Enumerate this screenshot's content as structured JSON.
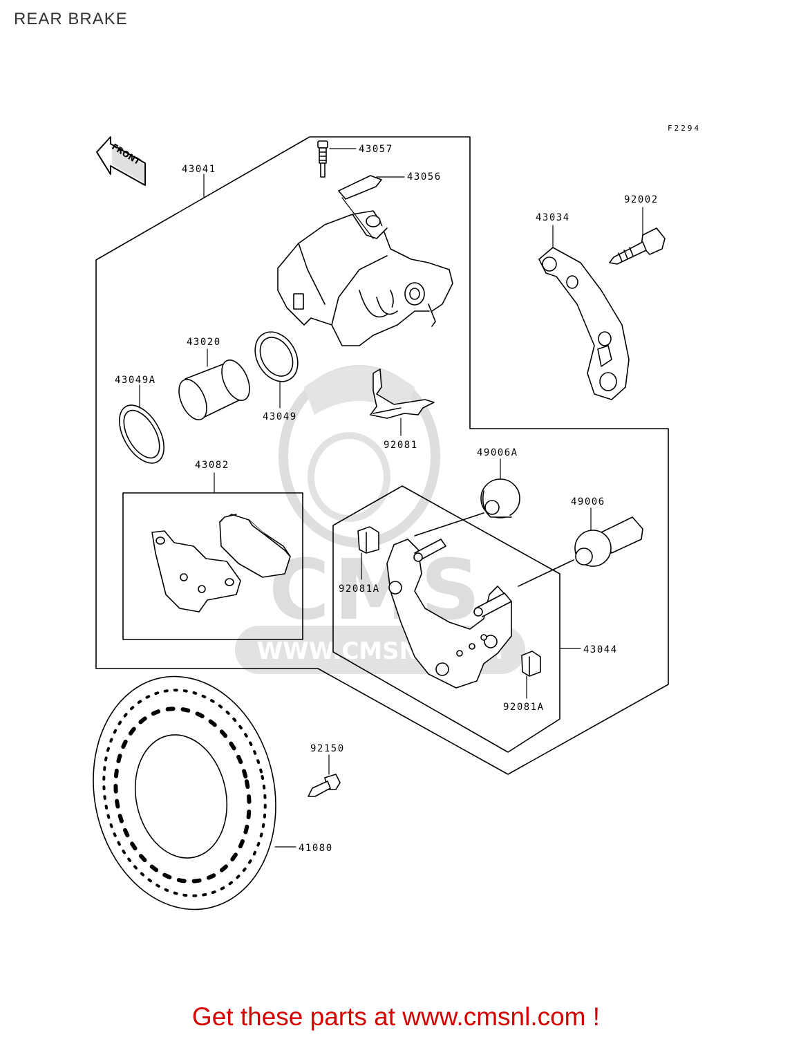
{
  "page": {
    "title": "REAR BRAKE",
    "cta": "Get these parts at www.cmsnl.com !"
  },
  "diagram": {
    "figure_code": "F2294",
    "front_label": "FRONT",
    "watermark": {
      "brand": "CMS",
      "url": "WWW.CMSNL.COM"
    },
    "parts": {
      "caliper_assy": "43041",
      "bleed_valve": "43057",
      "bleed_cap": "43056",
      "torque_link": "43034",
      "link_bolt": "92002",
      "piston": "43020",
      "piston_seal": "43049",
      "dust_seal": "43049A",
      "pad_spring": "92081",
      "pad_set": "43082",
      "boot_a": "49006A",
      "boot": "49006",
      "bracket_assy": "43044",
      "clip_left": "92081A",
      "clip_right": "92081A",
      "disc_bolt": "92150",
      "disc": "41080"
    }
  },
  "colors": {
    "ink": "#000000",
    "cta": "#d40000",
    "title": "#333333",
    "watermark": "#d9d9d9"
  }
}
